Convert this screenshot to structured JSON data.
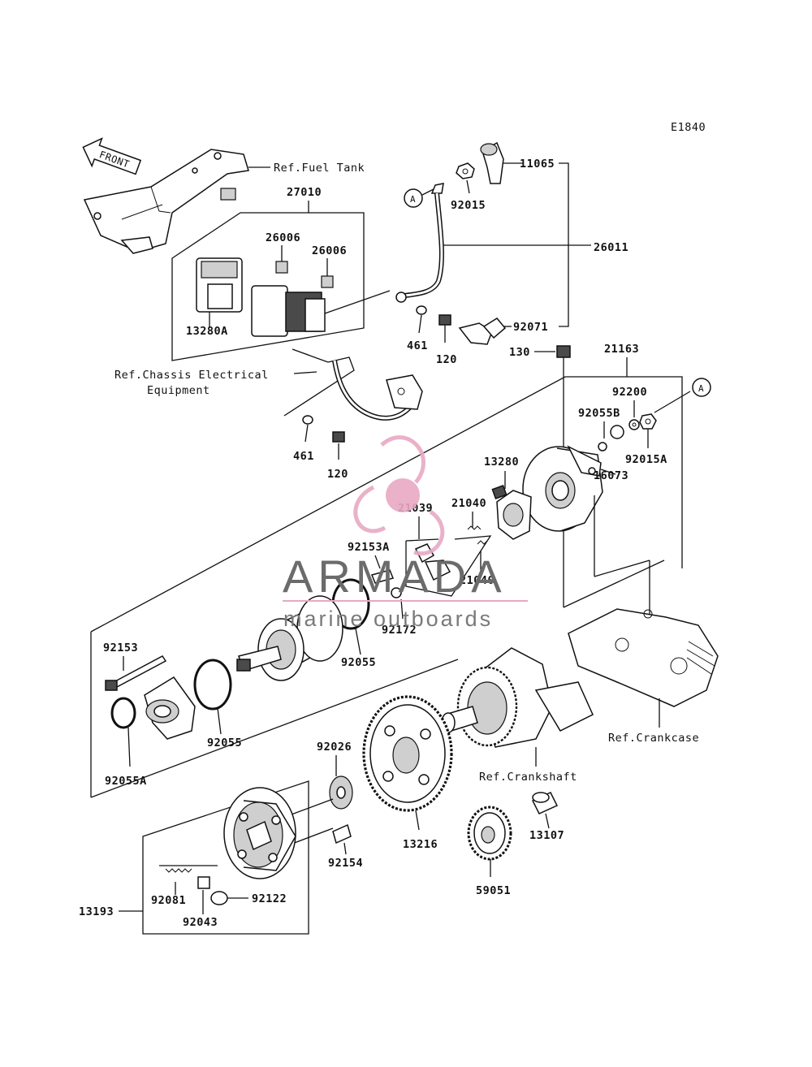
{
  "diagram": {
    "code": "E1840",
    "front_label": "FRONT",
    "callout_a": "A",
    "refs": {
      "fuel_tank": "Ref.Fuel Tank",
      "chassis_line1": "Ref.Chassis Electrical",
      "chassis_line2": "Equipment",
      "crankcase": "Ref.Crankcase",
      "crankshaft": "Ref.Crankshaft"
    },
    "parts": {
      "p11065": "11065",
      "p92015": "92015",
      "p27010": "27010",
      "p26006a": "26006",
      "p26006b": "26006",
      "p26011": "26011",
      "p13280A": "13280A",
      "p461a": "461",
      "p120a": "120",
      "p92071": "92071",
      "p130": "130",
      "p21163": "21163",
      "p92200": "92200",
      "p92055B": "92055B",
      "p92015A": "92015A",
      "p461b": "461",
      "p120b": "120",
      "p13280": "13280",
      "p16073": "16073",
      "p21039": "21039",
      "p21040a": "21040",
      "p92153A": "92153A",
      "p21040b": "21040",
      "p92172": "92172",
      "p92055a": "92055",
      "p92153": "92153",
      "p92055b": "92055",
      "p92055A": "92055A",
      "p92026": "92026",
      "p13216": "13216",
      "p13107": "13107",
      "p92154": "92154",
      "p59051": "59051",
      "p13193": "13193",
      "p92081": "92081",
      "p92122": "92122",
      "p92043": "92043"
    }
  },
  "watermark": {
    "title": "ARMADA",
    "subtitle": "marine outboards",
    "color": "#e8a9c4"
  }
}
